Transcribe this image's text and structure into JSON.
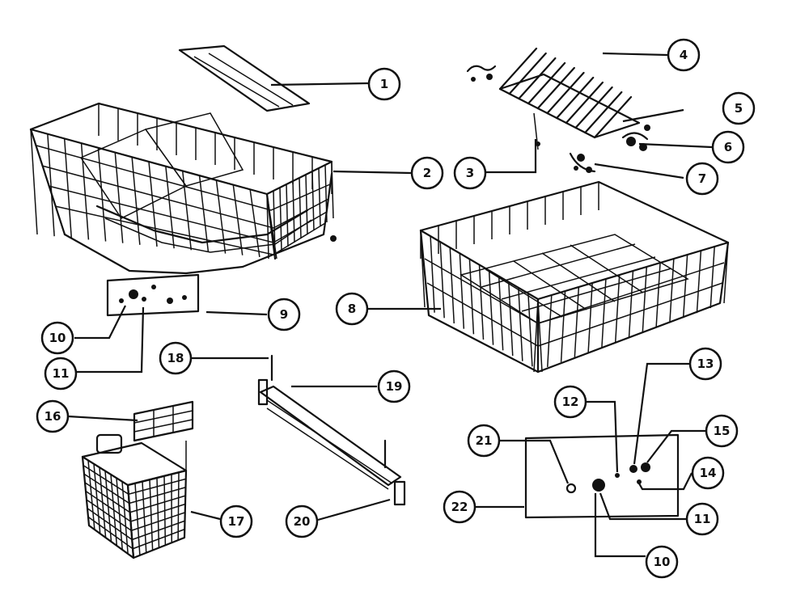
{
  "callouts": {
    "c1": "1",
    "c2": "2",
    "c3": "3",
    "c4": "4",
    "c5": "5",
    "c6": "6",
    "c7": "7",
    "c8a": "9",
    "c8b": "8",
    "c10a": "10",
    "c11a": "11",
    "c18a": "18",
    "c19": "19",
    "c16": "16",
    "c17": "17",
    "c20": "20",
    "c12": "12",
    "c13": "13",
    "c15": "15",
    "c14": "14",
    "c21": "21",
    "c22": "22",
    "c11b": "11",
    "c10b": "10"
  },
  "colors": {
    "ink": "#111111",
    "paper": "#ffffff"
  }
}
